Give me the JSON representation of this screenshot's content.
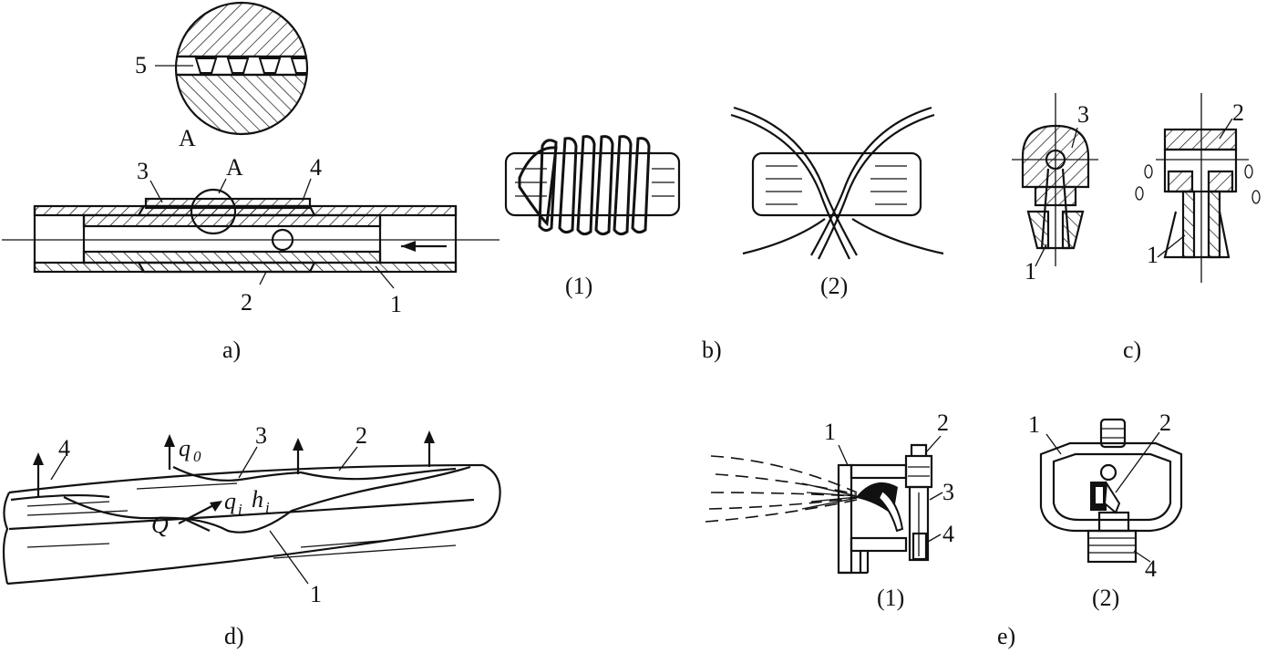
{
  "panels": {
    "a": {
      "caption": "a)",
      "detail_label": "A",
      "callouts": {
        "n1": "1",
        "n2": "2",
        "n3": "3",
        "n4": "4",
        "n5": "5",
        "detail": "A"
      }
    },
    "b": {
      "caption": "b)",
      "sub1": "(1)",
      "sub2": "(2)"
    },
    "c": {
      "caption": "c)",
      "callouts": {
        "left_1": "1",
        "left_3": "3",
        "right_1": "1",
        "right_2": "2"
      }
    },
    "d": {
      "caption": "d)",
      "callouts": {
        "n1": "1",
        "n2": "2",
        "n3": "3",
        "n4": "4"
      },
      "symbols": {
        "Q": "Q",
        "q": "q",
        "q_sub": "i",
        "h": "h",
        "h_sub": "i",
        "q0": "q",
        "q0_sub": "0"
      }
    },
    "e": {
      "caption": "e)",
      "sub1": "(1)",
      "sub2": "(2)",
      "callouts": {
        "l1": "1",
        "l2": "2",
        "l3": "3",
        "l4": "4",
        "r1": "1",
        "r2": "2",
        "r4": "4"
      }
    }
  }
}
